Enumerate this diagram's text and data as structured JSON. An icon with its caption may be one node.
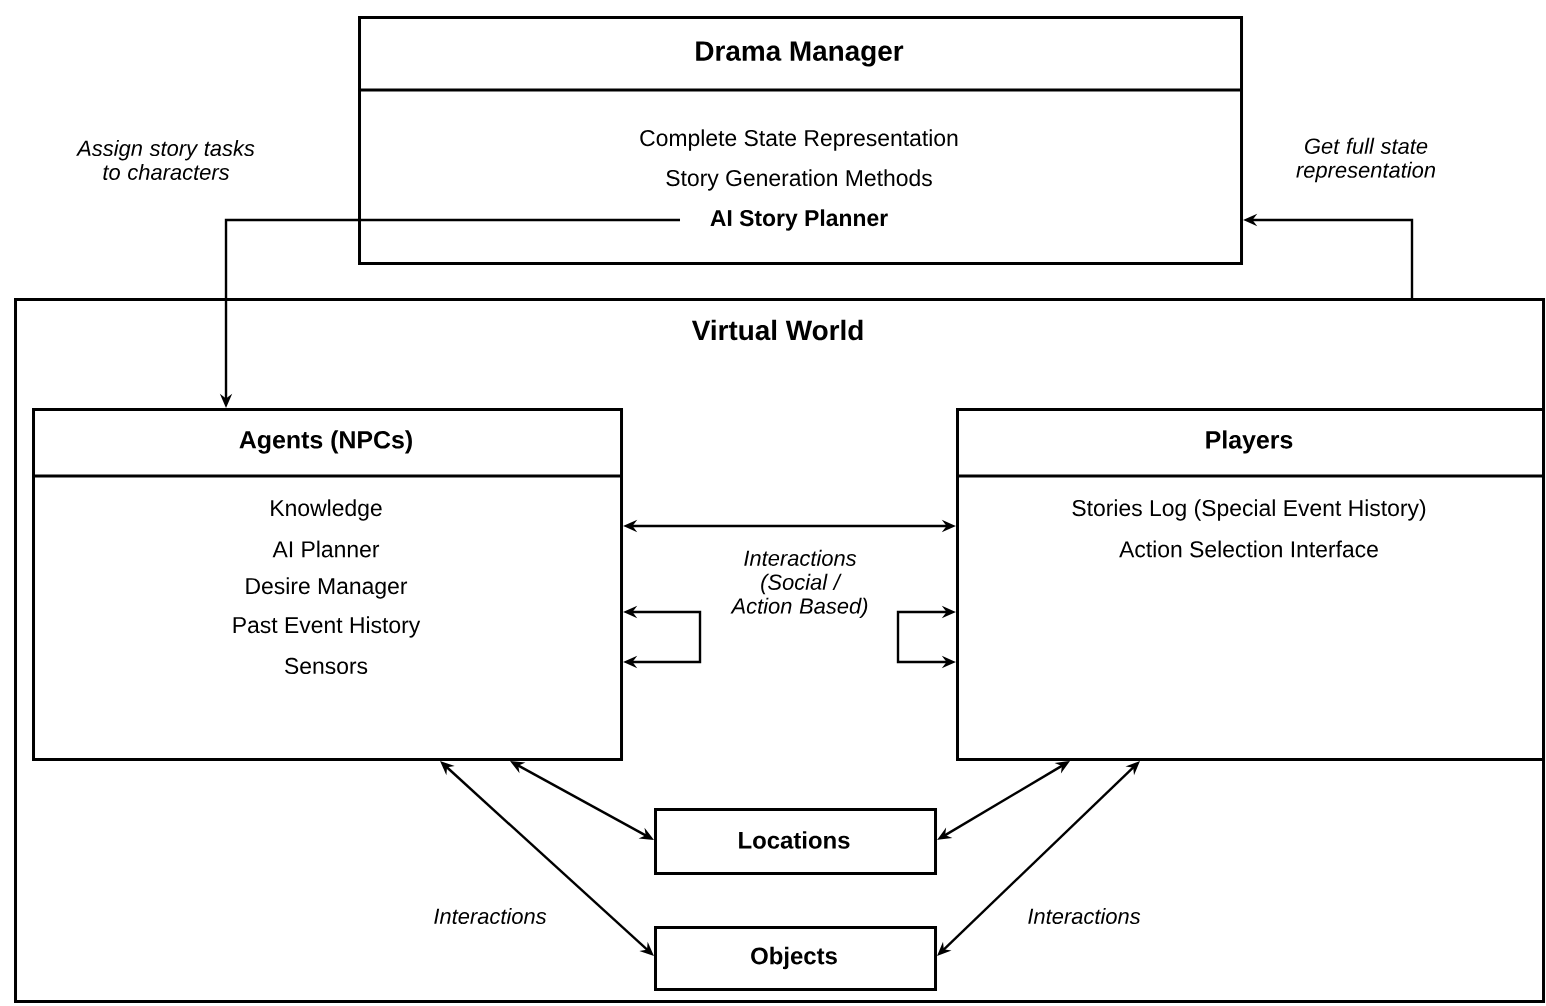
{
  "diagram": {
    "nodes": [
      {
        "text": [
          "Drama Manager",
          "Complete State Representation",
          "Story Generation Methods",
          "AI Story Planner"
        ]
      },
      {
        "text": [
          "Virtual World"
        ]
      },
      {
        "text": [
          "Agents (NPCs)",
          "Knowledge",
          "AI Planner",
          "Desire Manager",
          "Past Event History",
          "Sensors"
        ],
        "in": 1
      },
      {
        "text": [
          "Players",
          "Stories Log (Special Event History)",
          "Action Selection Interface"
        ],
        "in": 1
      },
      {
        "text": [
          "Locations"
        ],
        "in": 1
      },
      {
        "text": [
          "Objects"
        ],
        "in": 1
      }
    ],
    "edges": [
      {
        "from": 0,
        "to": 2,
        "arrow": "to",
        "label": "Assign story tasks to characters"
      },
      {
        "from": 1,
        "to": 0,
        "arrow": "to",
        "label": "Get full state representation"
      },
      {
        "from": 2,
        "to": 3,
        "arrow": "both",
        "label": "Interactions (Social / Action Based)"
      },
      {
        "from": 2,
        "to": 2,
        "arrow": "both"
      },
      {
        "from": 3,
        "to": 3,
        "arrow": "both"
      },
      {
        "from": 2,
        "to": 4,
        "arrow": "both"
      },
      {
        "from": 2,
        "to": 5,
        "arrow": "both",
        "label": "Interactions"
      },
      {
        "from": 3,
        "to": 4,
        "arrow": "both"
      },
      {
        "from": 3,
        "to": 5,
        "arrow": "both",
        "label": "Interactions"
      }
    ]
  }
}
